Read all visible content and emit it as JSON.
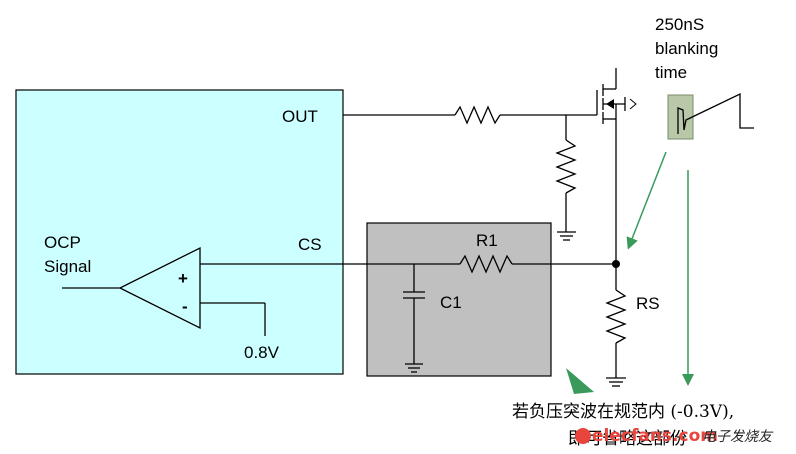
{
  "controller": {
    "out_label": "OUT",
    "cs_label": "CS",
    "ocp_label_line1": "OCP",
    "ocp_label_line2": "Signal",
    "ref_voltage": "0.8V",
    "plus_sign": "+",
    "minus_sign": "-"
  },
  "filter": {
    "r1_label": "R1",
    "c1_label": "C1"
  },
  "sense": {
    "rs_label": "RS"
  },
  "blanking": {
    "line1": "250nS",
    "line2": "blanking",
    "line3": "time"
  },
  "annotation": {
    "line1": "若负压突波在规范内 (-0.3V),",
    "line2": "即可省略这部份"
  },
  "watermark": {
    "site": "elecfans.com",
    "cn": "电子发烧友"
  },
  "colors": {
    "controller_fill": "#ccffff",
    "filter_fill": "#c0c0c0",
    "arrow_green": "#3a9a5c",
    "blank_box_fill": "#b8c8a8"
  }
}
